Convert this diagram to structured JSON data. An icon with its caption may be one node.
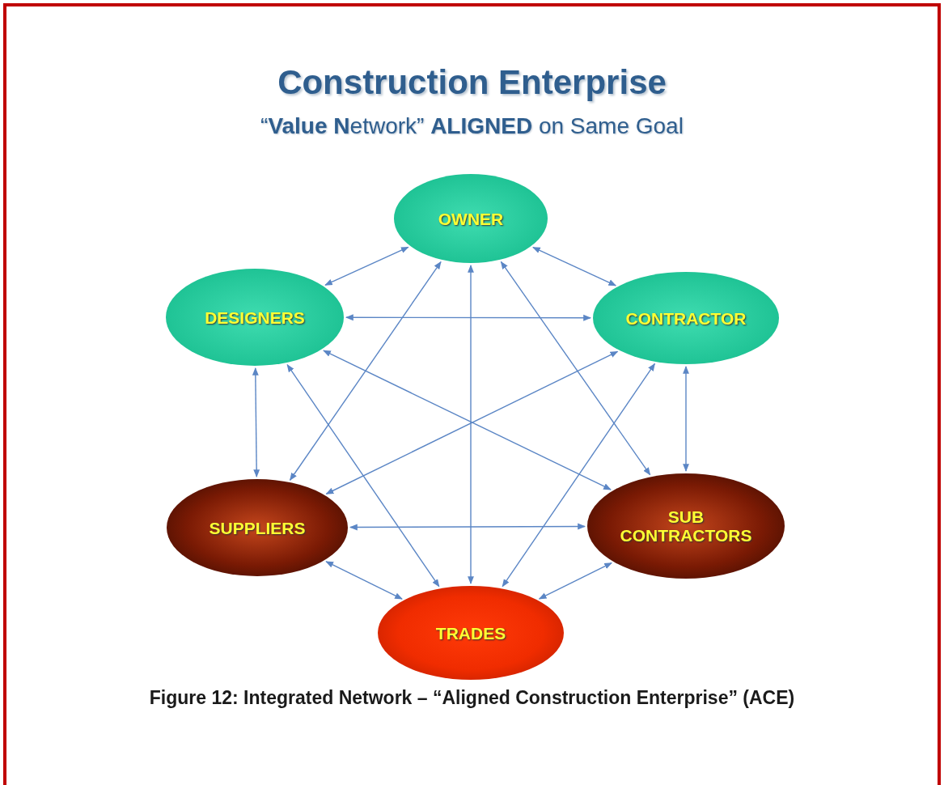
{
  "diagram": {
    "title": "Construction Enterprise",
    "caption": "Figure 12: Integrated Network – “Aligned Construction Enterprise” (ACE)",
    "labels": [
      "“**Value N**etwork” **ALIGNED** on Same Goal"
    ],
    "nodes": [
      {
        "text": [
          "OWNER"
        ]
      },
      {
        "text": [
          "DESIGNERS"
        ]
      },
      {
        "text": [
          "CONTRACTOR"
        ]
      },
      {
        "text": [
          "SUPPLIERS"
        ]
      },
      {
        "text": [
          "SUB CONTRACTORS"
        ]
      },
      {
        "text": [
          "TRADES"
        ]
      }
    ],
    "edges": [
      {
        "from": 0,
        "to": 1,
        "arrow": "both"
      },
      {
        "from": 0,
        "to": 2,
        "arrow": "both"
      },
      {
        "from": 0,
        "to": 3,
        "arrow": "both"
      },
      {
        "from": 0,
        "to": 4,
        "arrow": "both"
      },
      {
        "from": 0,
        "to": 5,
        "arrow": "both"
      },
      {
        "from": 1,
        "to": 2,
        "arrow": "both"
      },
      {
        "from": 1,
        "to": 3,
        "arrow": "both"
      },
      {
        "from": 1,
        "to": 4,
        "arrow": "both"
      },
      {
        "from": 1,
        "to": 5,
        "arrow": "both"
      },
      {
        "from": 2,
        "to": 3,
        "arrow": "both"
      },
      {
        "from": 2,
        "to": 4,
        "arrow": "both"
      },
      {
        "from": 2,
        "to": 5,
        "arrow": "both"
      },
      {
        "from": 3,
        "to": 4,
        "arrow": "both"
      },
      {
        "from": 3,
        "to": 5,
        "arrow": "both"
      },
      {
        "from": 4,
        "to": 5,
        "arrow": "both"
      }
    ]
  }
}
